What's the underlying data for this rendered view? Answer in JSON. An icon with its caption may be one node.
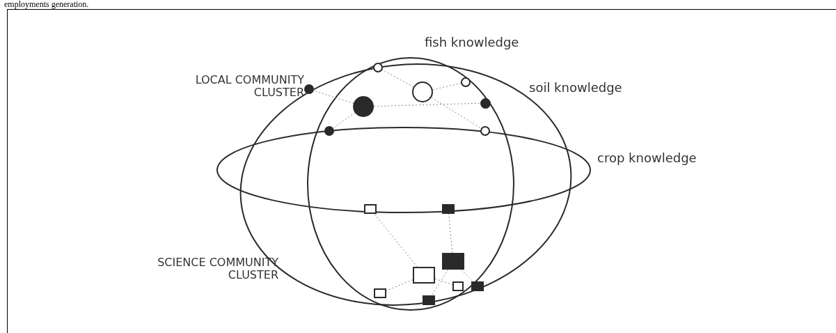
{
  "diagram": {
    "nodes": [
      {
        "text": [],
        "shape": "circle"
      },
      {
        "text": [],
        "shape": "circle"
      },
      {
        "text": [],
        "shape": "dot"
      },
      {
        "text": [],
        "shape": "circle"
      },
      {
        "text": [],
        "shape": "dot"
      },
      {
        "text": [],
        "shape": "dot"
      },
      {
        "text": [],
        "shape": "dot"
      },
      {
        "text": [],
        "shape": "circle"
      },
      {
        "text": [],
        "shape": "box"
      },
      {
        "text": [],
        "shape": "block"
      },
      {
        "text": [],
        "shape": "block"
      },
      {
        "text": [],
        "shape": "box"
      },
      {
        "text": [],
        "shape": "box"
      },
      {
        "text": [],
        "shape": "block"
      },
      {
        "text": [],
        "shape": "box"
      },
      {
        "text": [],
        "shape": "block"
      }
    ],
    "edges": [
      {
        "from": 5,
        "to": 2,
        "arrow": "none",
        "style": "dashed"
      },
      {
        "from": 5,
        "to": 6,
        "arrow": "none",
        "style": "dashed"
      },
      {
        "from": 5,
        "to": 4,
        "arrow": "none",
        "style": "dashed"
      },
      {
        "from": 3,
        "to": 0,
        "arrow": "none",
        "style": "dashed"
      },
      {
        "from": 3,
        "to": 1,
        "arrow": "none",
        "style": "dashed"
      },
      {
        "from": 3,
        "to": 7,
        "arrow": "none",
        "style": "dashed"
      },
      {
        "from": 11,
        "to": 8,
        "arrow": "none",
        "style": "dashed"
      },
      {
        "from": 11,
        "to": 14,
        "arrow": "none",
        "style": "dashed"
      },
      {
        "from": 11,
        "to": 12,
        "arrow": "none",
        "style": "dashed"
      },
      {
        "from": 10,
        "to": 9,
        "arrow": "none",
        "style": "dashed"
      },
      {
        "from": 10,
        "to": 15,
        "arrow": "none",
        "style": "dashed"
      },
      {
        "from": 10,
        "to": 13,
        "arrow": "none",
        "style": "dashed"
      }
    ],
    "labels": [
      "employments generation.",
      "fish knowledge",
      "LOCAL COMMUNITY CLUSTER",
      "soil knowledge",
      "crop knowledge",
      "SCIENCE COMMUNITY CLUSTER"
    ]
  }
}
